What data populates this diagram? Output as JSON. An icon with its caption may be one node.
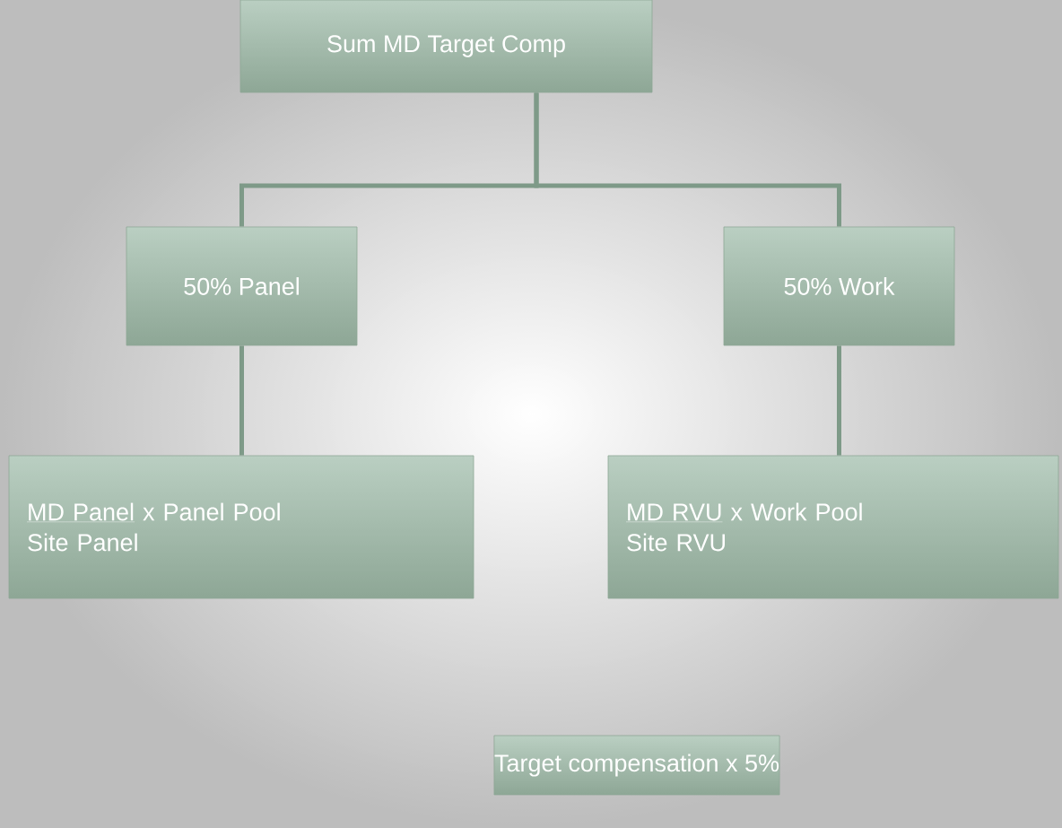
{
  "diagram": {
    "nodes": [
      {
        "text": [
          "Sum MD Target Comp"
        ]
      },
      {
        "text": [
          "50% Panel"
        ]
      },
      {
        "text": [
          "50% Work"
        ]
      },
      {
        "text": [
          "MD Panel",
          "x Panel Pool",
          "Site Panel"
        ]
      },
      {
        "text": [
          "MD RVU",
          "x Work Pool",
          "Site RVU"
        ]
      },
      {
        "text": [
          "Target compensation x 5%"
        ]
      }
    ],
    "edges": [
      {
        "from": 0,
        "to": 1,
        "arrow": "none"
      },
      {
        "from": 0,
        "to": 2,
        "arrow": "none"
      },
      {
        "from": 1,
        "to": 3,
        "arrow": "none"
      },
      {
        "from": 2,
        "to": 4,
        "arrow": "none"
      }
    ]
  }
}
